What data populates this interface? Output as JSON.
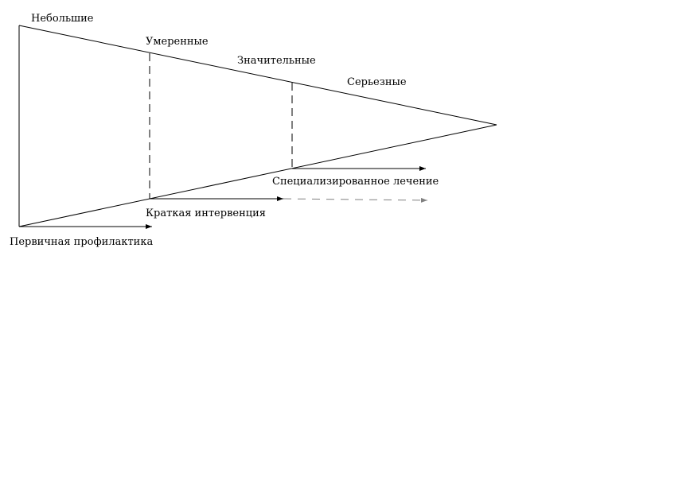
{
  "levels": {
    "minor": "Небольшие",
    "moderate": "Умеренные",
    "significant": "Значительные",
    "serious": "Серьезные"
  },
  "interventions": {
    "primary_prevention": "Первичная профилактика",
    "brief_intervention": "Краткая интервенция",
    "specialized_treatment": "Специализированное лечение"
  }
}
